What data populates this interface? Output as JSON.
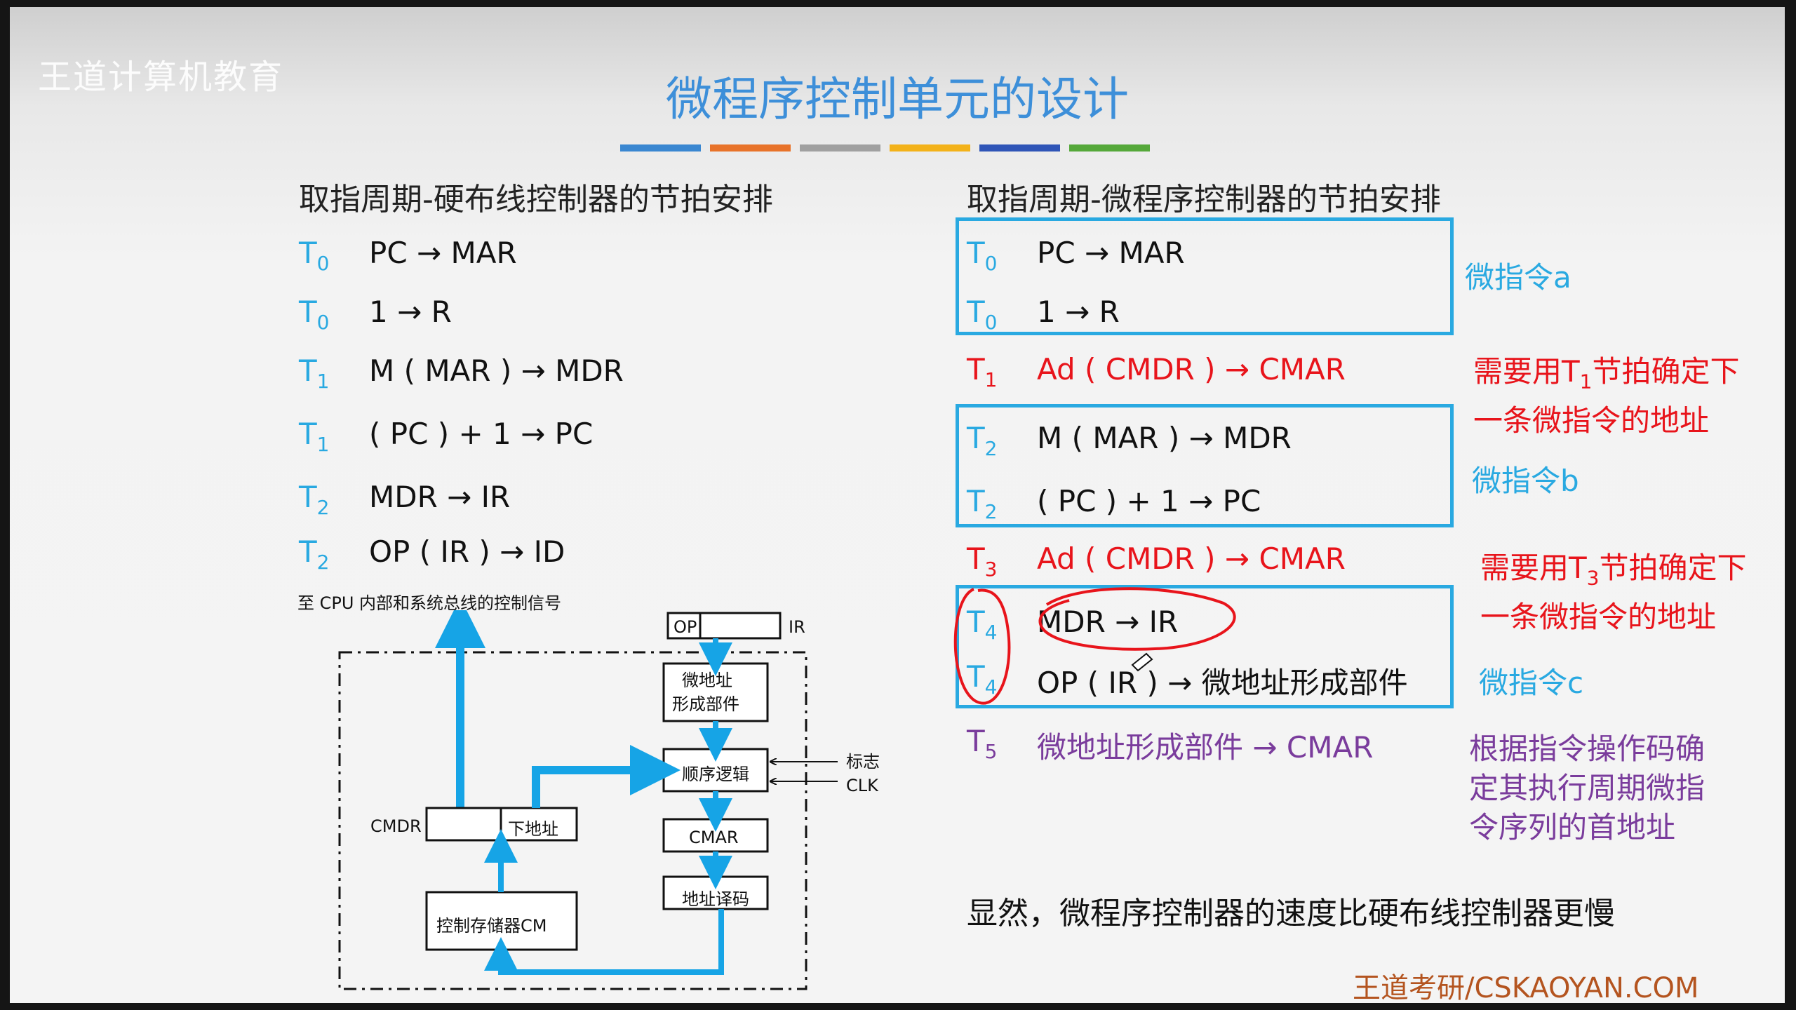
{
  "watermark": "王道计算机教育",
  "title": "微程序控制单元的设计",
  "color_bar": [
    "#3a87d1",
    "#e8732a",
    "#a0a0a0",
    "#f3b21a",
    "#2f55b7",
    "#55a83a"
  ],
  "left": {
    "heading": "取指周期-硬布线控制器的节拍安排",
    "rows": [
      {
        "t": "T",
        "sub": "0",
        "op": "PC → MAR"
      },
      {
        "t": "T",
        "sub": "0",
        "op": "1 → R"
      },
      {
        "t": "T",
        "sub": "1",
        "op": "M ( MAR ) → MDR"
      },
      {
        "t": "T",
        "sub": "1",
        "op": "( PC ) + 1 → PC"
      },
      {
        "t": "T",
        "sub": "2",
        "op": "MDR → IR"
      },
      {
        "t": "T",
        "sub": "2",
        "op": "OP ( IR ) → ID"
      }
    ]
  },
  "right": {
    "heading": "取指周期-微程序控制器的节拍安排",
    "rows": [
      {
        "t": "T",
        "sub": "0",
        "op": "PC → MAR",
        "color": "black"
      },
      {
        "t": "T",
        "sub": "0",
        "op": "1 → R",
        "color": "black"
      },
      {
        "t": "T",
        "sub": "1",
        "op": "Ad ( CMDR ) → CMAR",
        "color": "red"
      },
      {
        "t": "T",
        "sub": "2",
        "op": "M ( MAR ) → MDR",
        "color": "black"
      },
      {
        "t": "T",
        "sub": "2",
        "op": "( PC ) + 1 → PC",
        "color": "black"
      },
      {
        "t": "T",
        "sub": "3",
        "op": "Ad ( CMDR ) → CMAR",
        "color": "red"
      },
      {
        "t": "T",
        "sub": "4",
        "op": "MDR → IR",
        "color": "black"
      },
      {
        "t": "T",
        "sub": "4",
        "op": "OP ( IR ) → 微地址形成部件",
        "color": "black"
      },
      {
        "t": "T",
        "sub": "5",
        "op": "微地址形成部件 → CMAR",
        "color": "purple"
      }
    ],
    "notes": {
      "micro_a": "微指令a",
      "micro_b": "微指令b",
      "micro_c": "微指令c",
      "need_t1_line1_pre": "需要用T",
      "need_t1_sub": "1",
      "need_t1_line1_post": "节拍确定下",
      "need_t1_line2": "一条微指令的地址",
      "need_t3_line1_pre": "需要用T",
      "need_t3_sub": "3",
      "need_t3_line1_post": "节拍确定下",
      "need_t3_line2": "一条微指令的地址",
      "opcode_lines": [
        "根据指令操作码确",
        "定其执行周期微指",
        "令序列的首地址"
      ]
    },
    "conclusion": "显然，微程序控制器的速度比硬布线控制器更慢"
  },
  "diagram": {
    "top_label": "至 CPU 内部和系统总线的控制信号",
    "op_label": "OP",
    "ir_label": "IR",
    "micro_addr_line1": "微地址",
    "micro_addr_line2": "形成部件",
    "seq_logic": "顺序逻辑",
    "flag_label": "标志",
    "clk_label": "CLK",
    "cmdr_label": "CMDR",
    "next_addr": "下地址",
    "cmar": "CMAR",
    "addr_decode": "地址译码",
    "cm": "控制存储器CM"
  },
  "footer": "王道考研/CSKAOYAN.COM"
}
